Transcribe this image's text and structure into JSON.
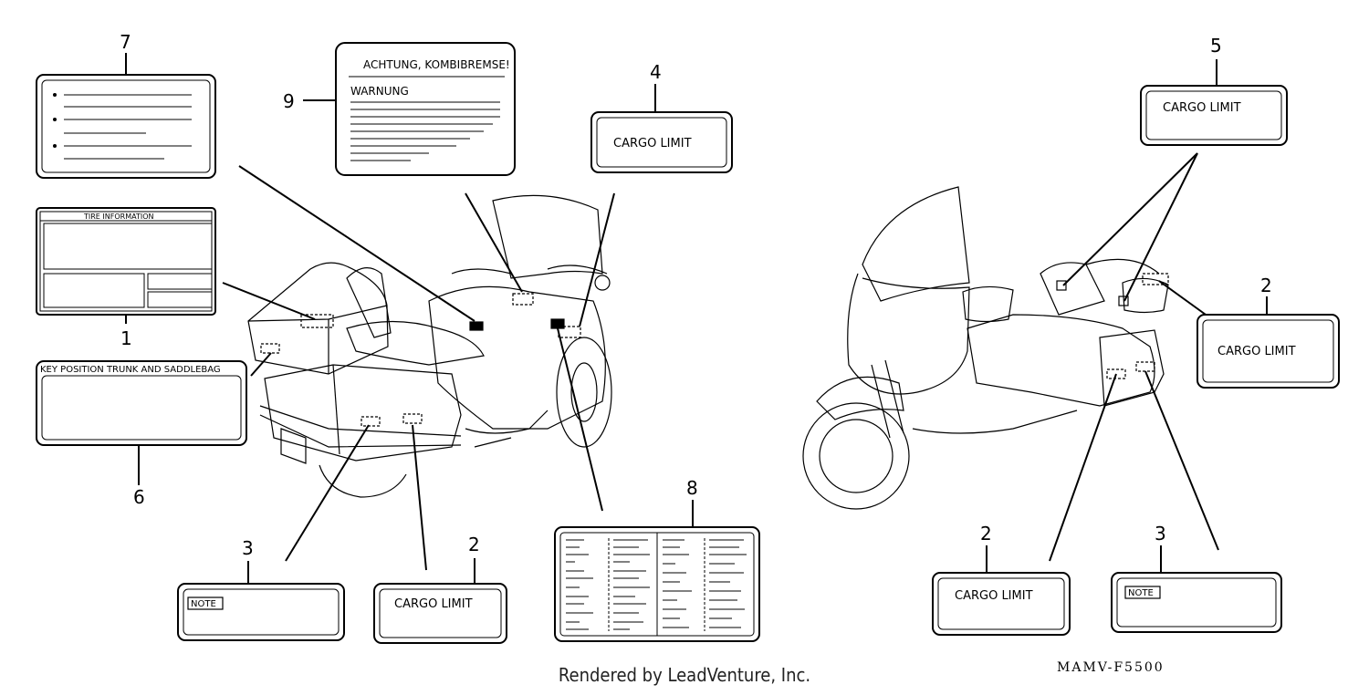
{
  "callouts": {
    "c1": "1",
    "c2a": "2",
    "c2b": "2",
    "c2c": "2",
    "c3a": "3",
    "c3b": "3",
    "c4": "4",
    "c5": "5",
    "c6": "6",
    "c7": "7",
    "c8": "8",
    "c9": "9"
  },
  "labels": {
    "cargo_limit": "CARGO LIMIT",
    "note": "NOTE",
    "tire_information": "TIRE  INFORMATION",
    "key_position": "KEY POSITION  TRUNK AND SADDLEBAG",
    "achtung": "ACHTUNG, KOMBIBREMSE!",
    "warnung": "WARNUNG"
  },
  "footer": {
    "credit": "Rendered by LeadVenture, Inc.",
    "diagram_code": "MAMV-F5500"
  }
}
